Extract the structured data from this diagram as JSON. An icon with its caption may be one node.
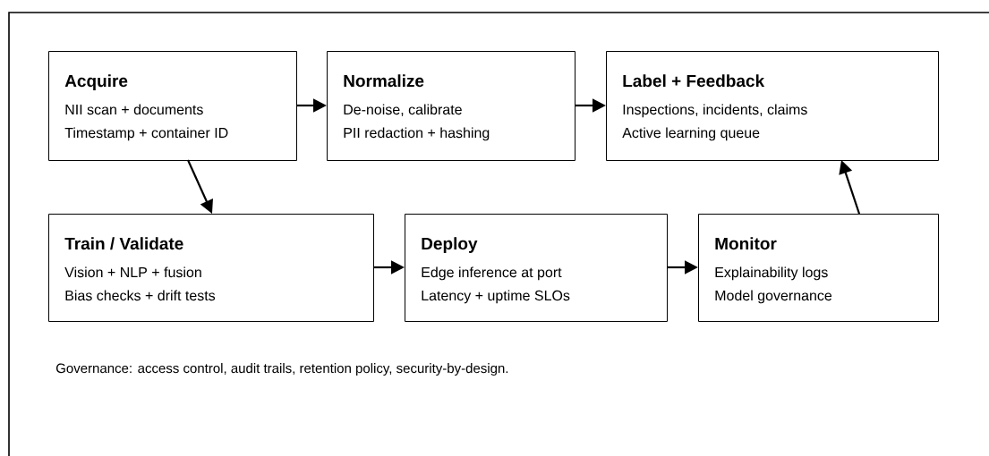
{
  "diagram": {
    "nodes": [
      {
        "text": [
          "Acquire",
          "NII scan + documents",
          "Timestamp + container ID"
        ]
      },
      {
        "text": [
          "Normalize",
          "De-noise, calibrate",
          "PII redaction + hashing"
        ]
      },
      {
        "text": [
          "Label + Feedback",
          "Inspections, incidents, claims",
          "Active learning queue"
        ]
      },
      {
        "text": [
          "Train / Validate",
          "Vision + NLP + fusion",
          "Bias checks + drift tests"
        ]
      },
      {
        "text": [
          "Deploy",
          "Edge inference at port",
          "Latency + uptime SLOs"
        ]
      },
      {
        "text": [
          "Monitor",
          "Explainability logs",
          "Model governance"
        ]
      }
    ],
    "edges": [
      {
        "from": 0,
        "to": 1,
        "arrow": "to"
      },
      {
        "from": 1,
        "to": 2,
        "arrow": "to"
      },
      {
        "from": 0,
        "to": 3,
        "arrow": "to"
      },
      {
        "from": 3,
        "to": 4,
        "arrow": "to"
      },
      {
        "from": 4,
        "to": 5,
        "arrow": "to"
      },
      {
        "from": 5,
        "to": 2,
        "arrow": "to"
      }
    ],
    "labels": [
      "Governance: access control, audit trails, retention policy, security-by-design."
    ]
  }
}
